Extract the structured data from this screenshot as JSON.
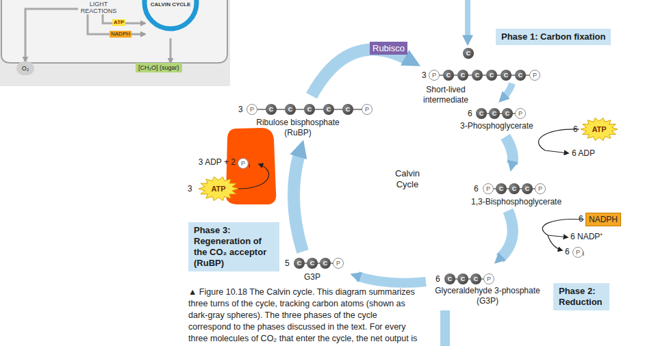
{
  "diagram": {
    "caption": "▲ Figure 10.18 The Calvin cycle. This diagram summarizes three turns of the cycle, tracking carbon atoms (shown as dark-gray spheres). The three phases of the cycle correspond to the phases discussed in the text. For every three molecules of CO₂ that enter the cycle, the net output is",
    "nodes": [
      {
        "text": [
          "LIGHT REACTIONS"
        ]
      },
      {
        "text": [
          "CALVIN CYCLE"
        ]
      },
      {
        "text": [
          "O₂"
        ]
      },
      {
        "text": [
          "[CH₂O] (sugar)"
        ]
      },
      {
        "text": [
          "Rubisco"
        ]
      },
      {
        "text": [
          "Phase 1: Carbon fixation"
        ]
      },
      {
        "text": [
          "ATP"
        ]
      },
      {
        "text": [
          "NADPH"
        ]
      },
      {
        "text": [
          "Phase 2: Reduction"
        ]
      },
      {
        "text": [
          "Phase 3: Regeneration of the CO₂ acceptor (RuBP)"
        ]
      },
      {
        "text": [
          "ATP"
        ]
      }
    ],
    "edges": [
      {
        "from": 0,
        "to": 1,
        "label": "ATP",
        "arrow": "to"
      },
      {
        "from": 0,
        "to": 1,
        "label": "NADPH",
        "arrow": "to"
      },
      {
        "from": 0,
        "to": 2,
        "arrow": "to"
      },
      {
        "from": 1,
        "to": 3,
        "arrow": "to"
      }
    ],
    "labels": [
      "C",
      "3",
      "P",
      "C",
      "C",
      "C",
      "C",
      "C",
      "C",
      "P",
      "Short-lived intermediate",
      "6",
      "C",
      "C",
      "C",
      "P",
      "3-Phosphoglycerate",
      "6",
      "6 ADP",
      "6",
      "P",
      "C",
      "C",
      "C",
      "P",
      "1,3-Bisphosphoglycerate",
      "6",
      "6 NADP⁺",
      "6",
      "P",
      "i",
      "6",
      "C",
      "C",
      "C",
      "P",
      "Glyceraldehyde 3-phosphate (G3P)",
      "Calvin Cycle",
      "5",
      "C",
      "C",
      "C",
      "P",
      "G3P",
      "3",
      "P",
      "C",
      "C",
      "C",
      "C",
      "C",
      "P",
      "Ribulose bisphosphate (RuBP)",
      "3 ADP + 2",
      "P",
      "i",
      "3"
    ]
  }
}
